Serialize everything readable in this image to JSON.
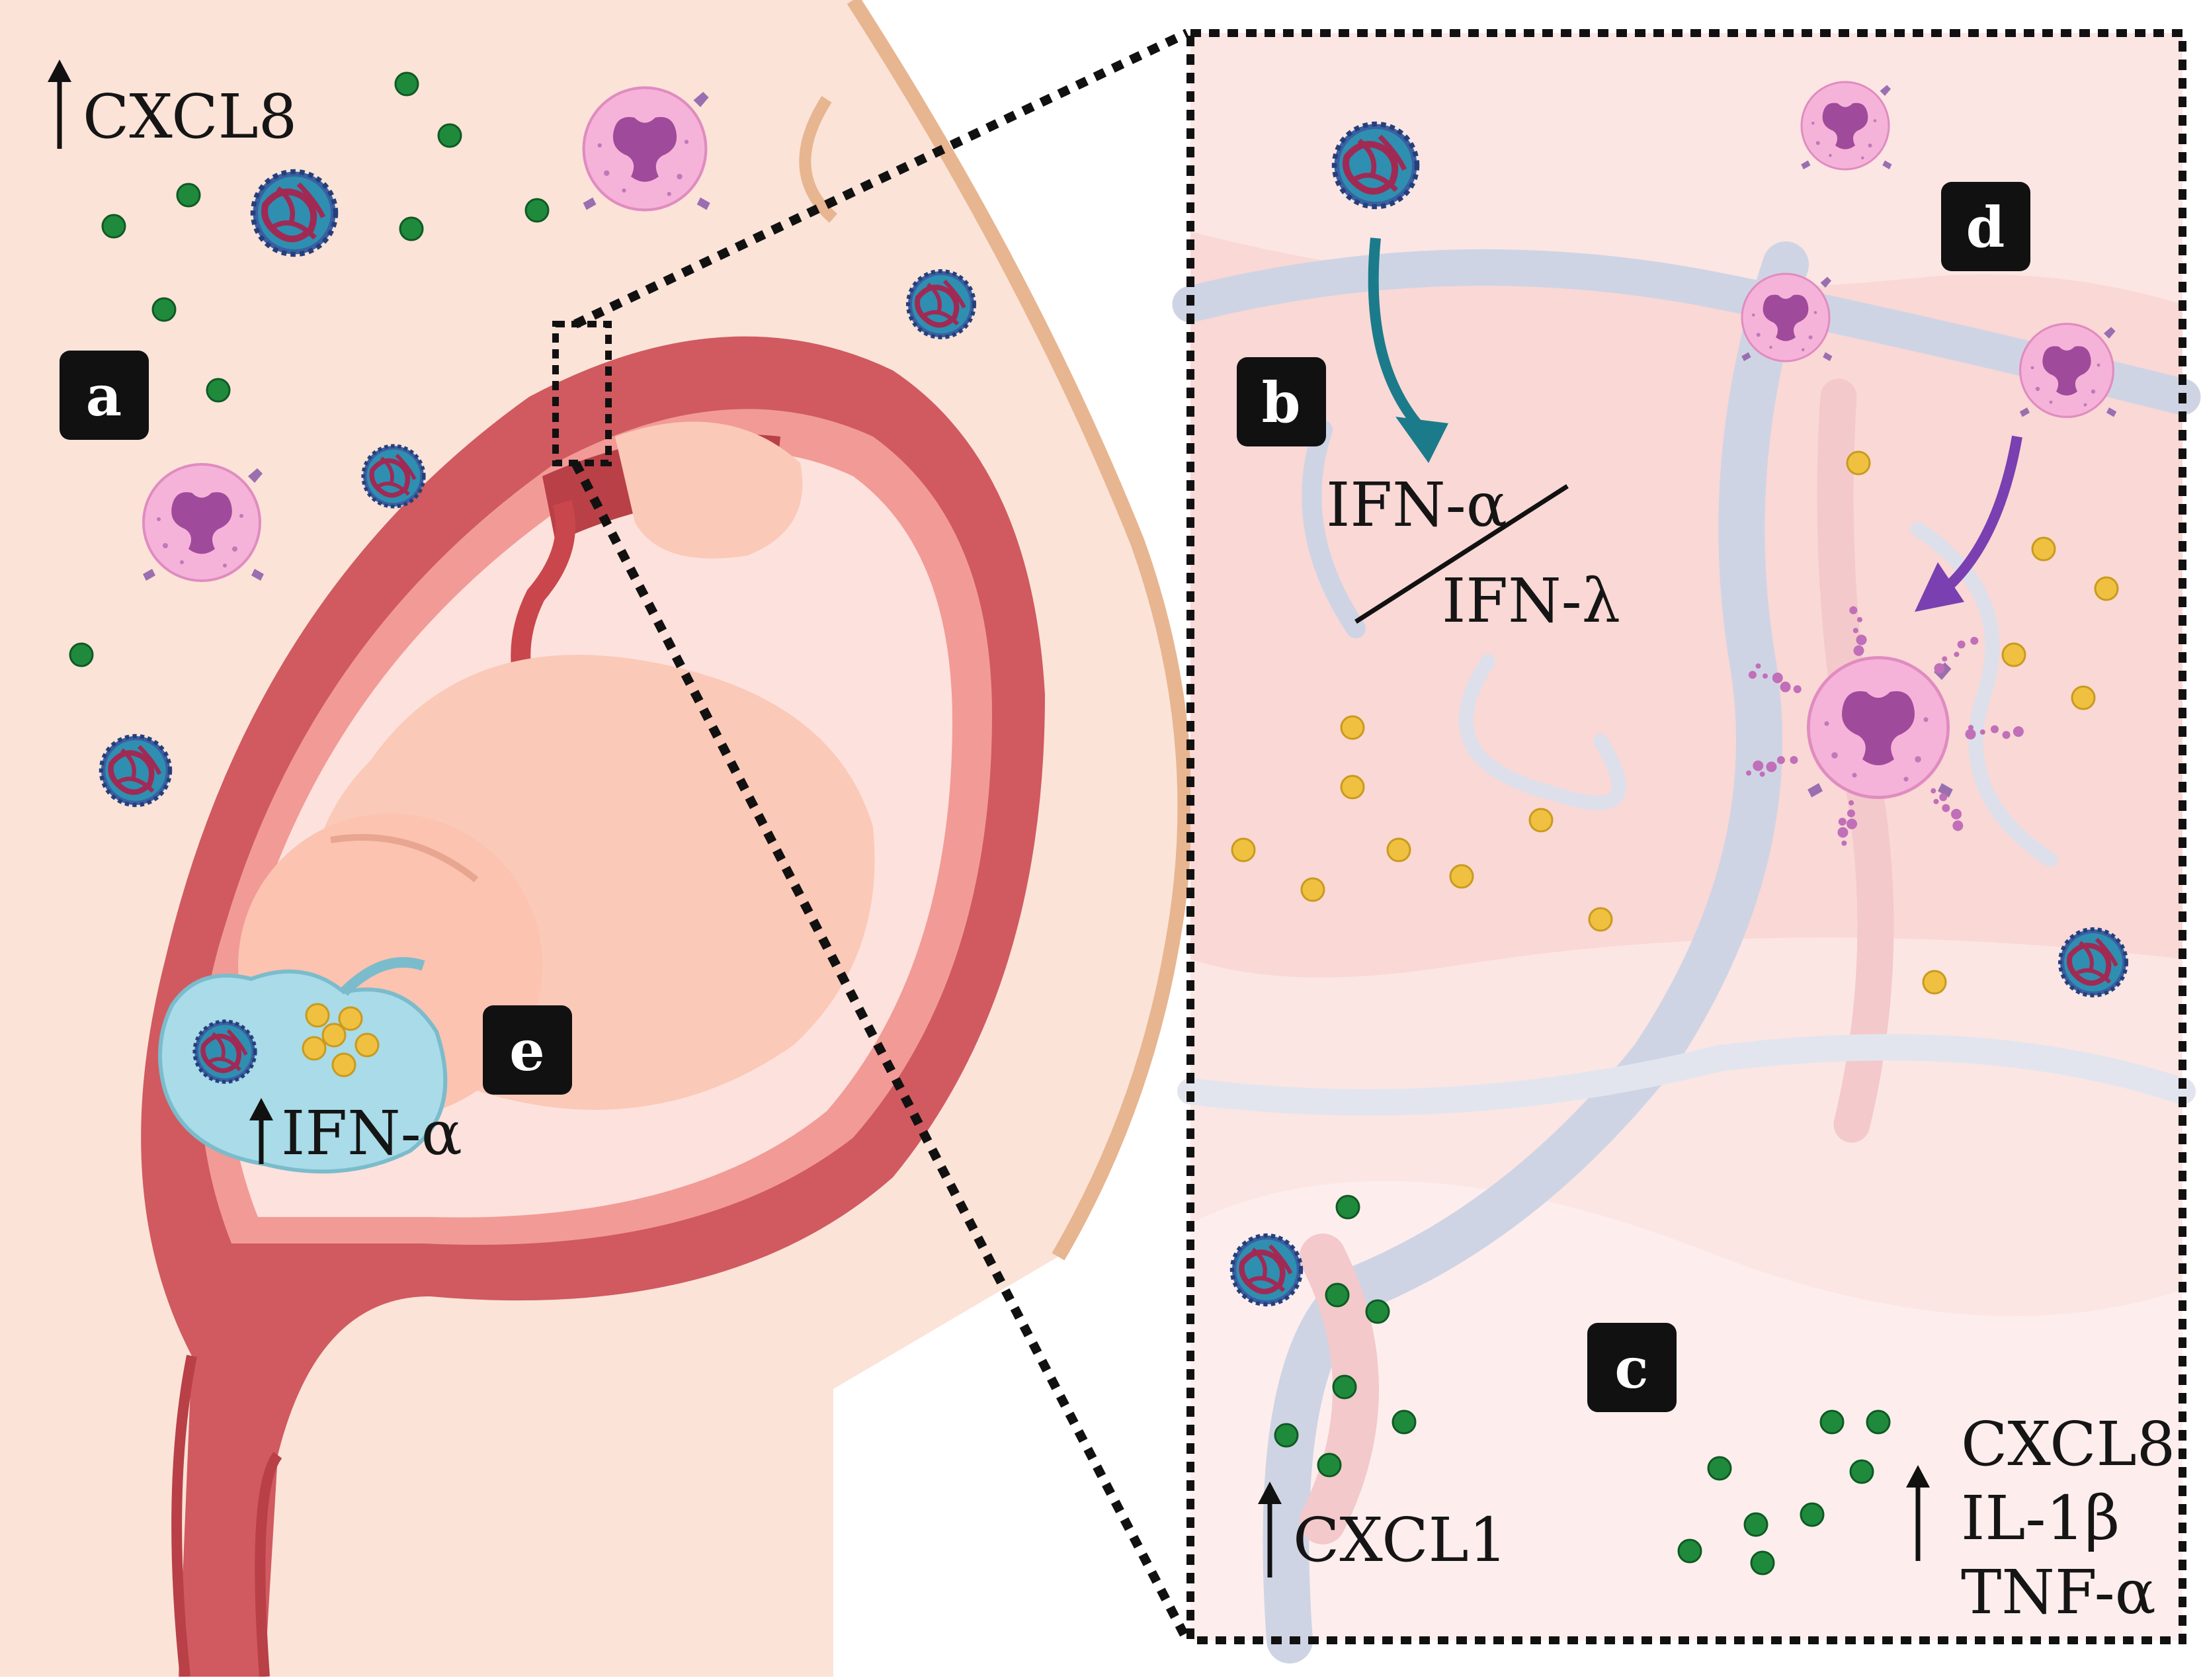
{
  "panels": {
    "a": "a",
    "b": "b",
    "c": "c",
    "d": "d",
    "e": "e"
  },
  "labels": {
    "cxcl8_top": "CXCL8",
    "ifn_alpha_fetal": "IFN-α",
    "ifn_alpha": "IFN-α",
    "ifn_lambda": "IFN-λ",
    "cxcl1": "CXCL1",
    "cytokines": [
      "CXCL8",
      "IL-1β",
      "TNF-α"
    ]
  },
  "colors": {
    "virus_blue": "#3a5fa3",
    "virus_red": "#a02a54",
    "neutrophil": "#f0a6d4",
    "chemokine_green": "#1f8a3c",
    "ifn_yellow": "#f0c040",
    "uterus_red": "#d05a5f",
    "arrow_teal": "#1b7b8a",
    "arrow_purple": "#7a3fb0"
  },
  "icons": [
    "virus-icon",
    "neutrophil-icon",
    "chemokine-dot-icon",
    "interferon-dot-icon",
    "up-arrow-icon"
  ]
}
